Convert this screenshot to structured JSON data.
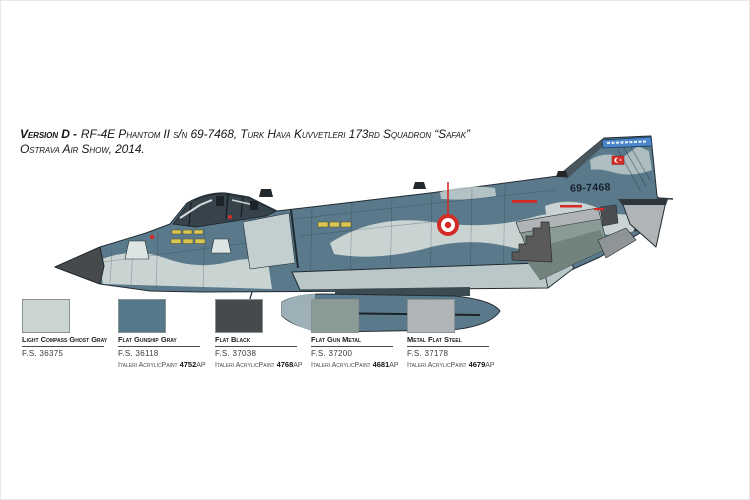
{
  "header": {
    "version_label": "Version D -",
    "description_line1": "RF-4E Phantom II s/n 69-7468, Turk Hava Kuvvetleri 173rd Squadron “Safak”",
    "description_line2": "Ostrava Air Show, 2014."
  },
  "aircraft": {
    "type": "RF-4E Phantom II side profile illustration",
    "tail_serial": "69-7468"
  },
  "colors": {
    "ghost": "#c9d4d2",
    "gunship": "#5a7a8c",
    "black": "#474a4c",
    "gunmetal": "#8a9b96",
    "steel": "#b1b4b6",
    "red": "#d42b27",
    "yellow": "#d9c751",
    "band_blue": "#4a86c8",
    "outline": "#222b31"
  },
  "palette": {
    "swatches": [
      {
        "name": "Light Compass Ghost Gray",
        "fs": "F.S. 36375",
        "paint_brand": "",
        "paint_code": "",
        "paint_suffix": "",
        "color": "#cad5d2"
      },
      {
        "name": "Flat Gunship Gray",
        "fs": "F.S. 36118",
        "paint_brand": "Italeri AcrylicPaint",
        "paint_code": "4752",
        "paint_suffix": "AP",
        "color": "#56788b"
      },
      {
        "name": "Flat Black",
        "fs": "F.S. 37038",
        "paint_brand": "Italeri AcrylicPaint",
        "paint_code": "4768",
        "paint_suffix": "AP",
        "color": "#474a4c"
      },
      {
        "name": "Flat Gun Metal",
        "fs": "F.S. 37200",
        "paint_brand": "Italeri AcrylicPaint",
        "paint_code": "4681",
        "paint_suffix": "AP",
        "color": "#8a9b96"
      },
      {
        "name": "Metal Flat Steel",
        "fs": "F.S. 37178",
        "paint_brand": "Italeri AcrylicPaint",
        "paint_code": "4679",
        "paint_suffix": "AP",
        "color": "#b1b4b6"
      }
    ]
  }
}
